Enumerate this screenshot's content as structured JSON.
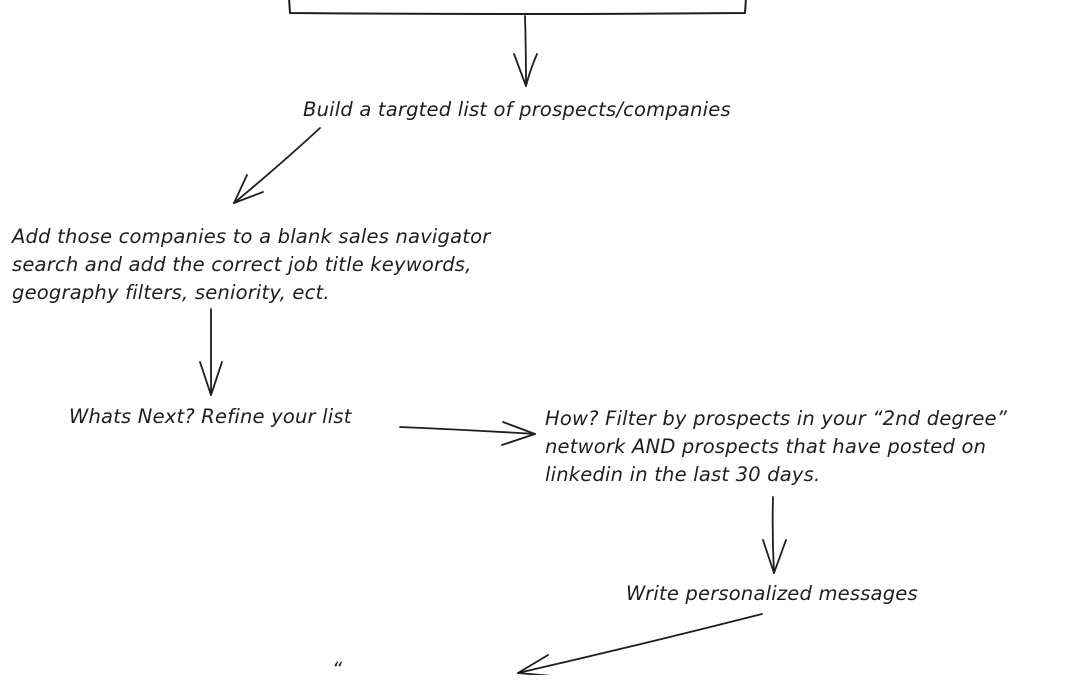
{
  "nodes": {
    "build_list": "Build a targted list of prospects/companies",
    "add_companies": [
      "Add those companies to a blank sales navigator",
      "search and add the correct job title keywords,",
      "geography filters, seniority, ect."
    ],
    "whats_next": "Whats Next? Refine your list",
    "how": [
      "How? Filter by prospects in your “2nd degree”",
      "network AND prospects that have posted on",
      "linkedin in the last 30 days."
    ],
    "write_messages": "Write personalized messages",
    "partial_quote": "“"
  },
  "colors": {
    "stroke": "#1e1e1e",
    "background": "#ffffff"
  }
}
